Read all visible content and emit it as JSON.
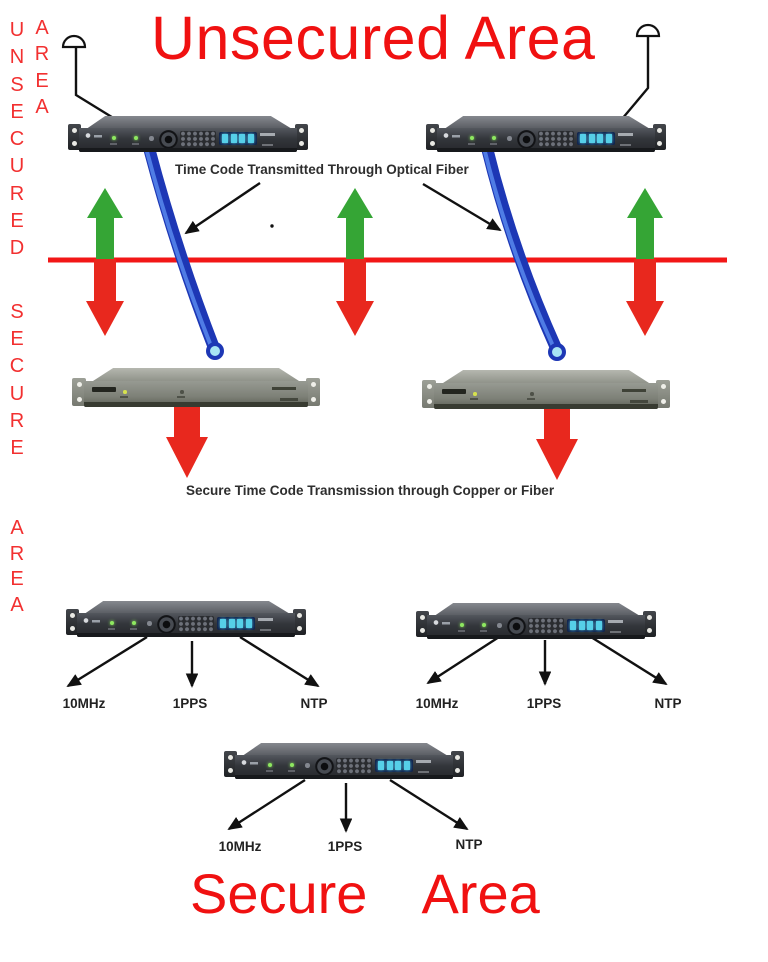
{
  "titles": {
    "unsecured_area": "Unsecured Area",
    "secure": "Secure",
    "area": "Area"
  },
  "side_text": {
    "unsecured": "U\nN\nS\nE\nC\nU\nR\nE\nD",
    "area_top": "A\nR\nE\nA",
    "secure": "S\nE\nC\nU\nR\nE",
    "area_bottom": "A\nR\nE\nA"
  },
  "annotations": {
    "fiber_label": "Time Code Transmitted Through Optical Fiber",
    "secure_label": "Secure Time Code Transmission through Copper or Fiber"
  },
  "outputs": {
    "server_left": [
      "10MHz",
      "1PPS",
      "NTP"
    ],
    "server_right": [
      "10MHz",
      "1PPS",
      "NTP"
    ],
    "server_bottom": [
      "10MHz",
      "1PPS",
      "NTP"
    ]
  },
  "icons": {
    "antenna": "gps-antenna-icon",
    "fiber": "optical-fiber-cable",
    "boundary_up": "green-up-arrow",
    "boundary_down": "red-down-arrow"
  },
  "colors": {
    "title_red": "#f01111",
    "boundary_line_red": "#f21717",
    "arrow_green": "#35a535",
    "arrow_red": "#e8281e",
    "fiber_blue": "#1d37b5",
    "fiber_tip_cyan": "#a8e4f4",
    "display_cyan": "#56cfe8"
  }
}
